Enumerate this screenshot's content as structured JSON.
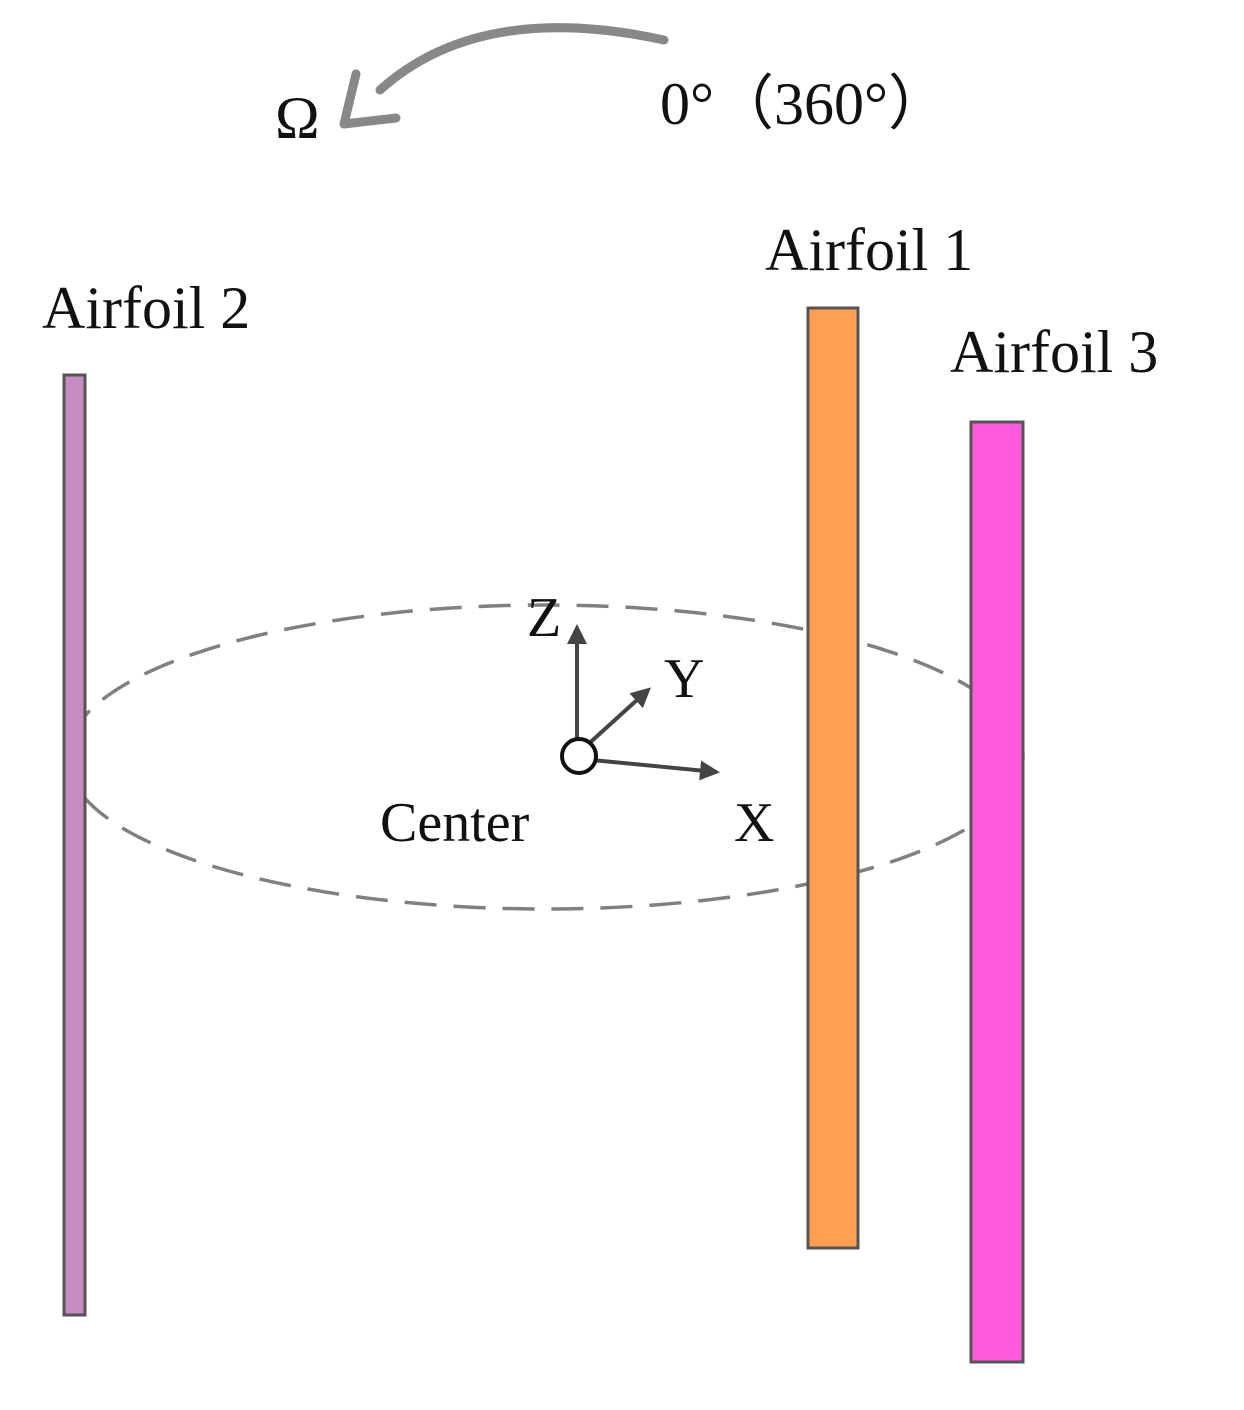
{
  "rotation": {
    "symbol": "Ω",
    "angle_label": "0°（360°）",
    "arrow_color": "#888888",
    "arrow_icon": "curved-arrow-counterclockwise"
  },
  "airfoils": [
    {
      "label": "Airfoil 1",
      "color": "#FF9F4F"
    },
    {
      "label": "Airfoil 2",
      "color": "#C98BC3"
    },
    {
      "label": "Airfoil 3",
      "color": "#FF5BDC"
    }
  ],
  "center": {
    "label": "Center",
    "icon": "circle-origin"
  },
  "axes": {
    "x_label": "X",
    "y_label": "Y",
    "z_label": "Z",
    "color": "#444444"
  },
  "orbit": {
    "style": "dashed",
    "color": "#808080"
  },
  "outline_color": "#555555"
}
